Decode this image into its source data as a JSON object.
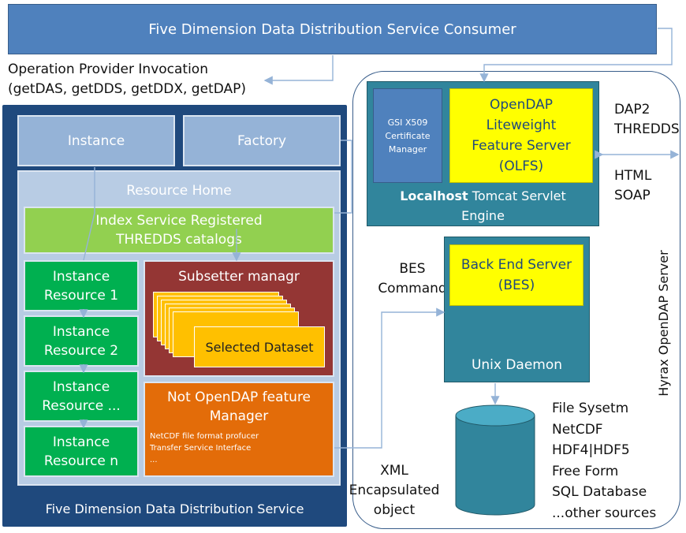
{
  "consumer": {
    "title": "Five Dimension Data Distribution Service Consumer"
  },
  "invocation": {
    "line1": "Operation Provider Invocation",
    "line2": "(getDAS, getDDS, getDDX, getDAP)"
  },
  "service": {
    "footer": "Five Dimension Data Distribution Service",
    "instance": "Instance",
    "factory": "Factory",
    "resource_home": "Resource Home",
    "index_line1": "Index Service Registered",
    "index_line2": "THREDDS catalogs",
    "instance_resources": [
      {
        "line1": "Instance",
        "line2": "Resource 1"
      },
      {
        "line1": "Instance",
        "line2": "Resource 2"
      },
      {
        "line1": "Instance",
        "line2": "Resource ..."
      },
      {
        "line1": "Instance",
        "line2": "Resource n"
      }
    ],
    "subsetter_title": "Subsetter managr",
    "selected_dataset": "Selected Dataset",
    "not_opendap_line1": "Not OpenDAP feature",
    "not_opendap_line2": "Manager",
    "not_opendap_detail1": "NetCDF file format profucer",
    "not_opendap_detail2": "Transfer Service Interface",
    "not_opendap_detail3": "..."
  },
  "hyrax": {
    "label": "Hyrax OpenDAP Server",
    "gsi_line1": "GSI X509",
    "gsi_line2": "Certificate",
    "gsi_line3": "Manager",
    "olfs_line1": "OpenDAP",
    "olfs_line2": "Liteweight",
    "olfs_line3": "Feature Server",
    "olfs_line4": "(OLFS)",
    "tomcat_bold": "Localhost",
    "tomcat_rest": " Tomcat Servlet",
    "tomcat_line2": "Engine",
    "dap2": "DAP2",
    "thredds": "THREDDS",
    "html": "HTML",
    "soap": "SOAP",
    "bes_command_line1": "BES",
    "bes_command_line2": "Command",
    "bes_line1": "Back End Server",
    "bes_line2": "(BES)",
    "unix_daemon": "Unix Daemon",
    "xml_line1": "XML",
    "xml_line2": "Encapsulated",
    "xml_line3": "object",
    "sources": [
      "File Sysetm",
      "NetCDF",
      "HDF4|HDF5",
      "Free Form",
      "SQL Database",
      "...other sources"
    ]
  },
  "colors": {
    "consumer_fill": "#4f81bd",
    "service_border": "#1f497d",
    "light_blue": "#95b3d7",
    "index_green": "#92d050",
    "instance_green": "#00b050",
    "subsetter_red": "#943634",
    "dataset_yellow": "#ffc000",
    "orange": "#e36c09",
    "teal": "#31859c",
    "yellow": "#ffff00",
    "line_blue": "#95b3d7"
  }
}
